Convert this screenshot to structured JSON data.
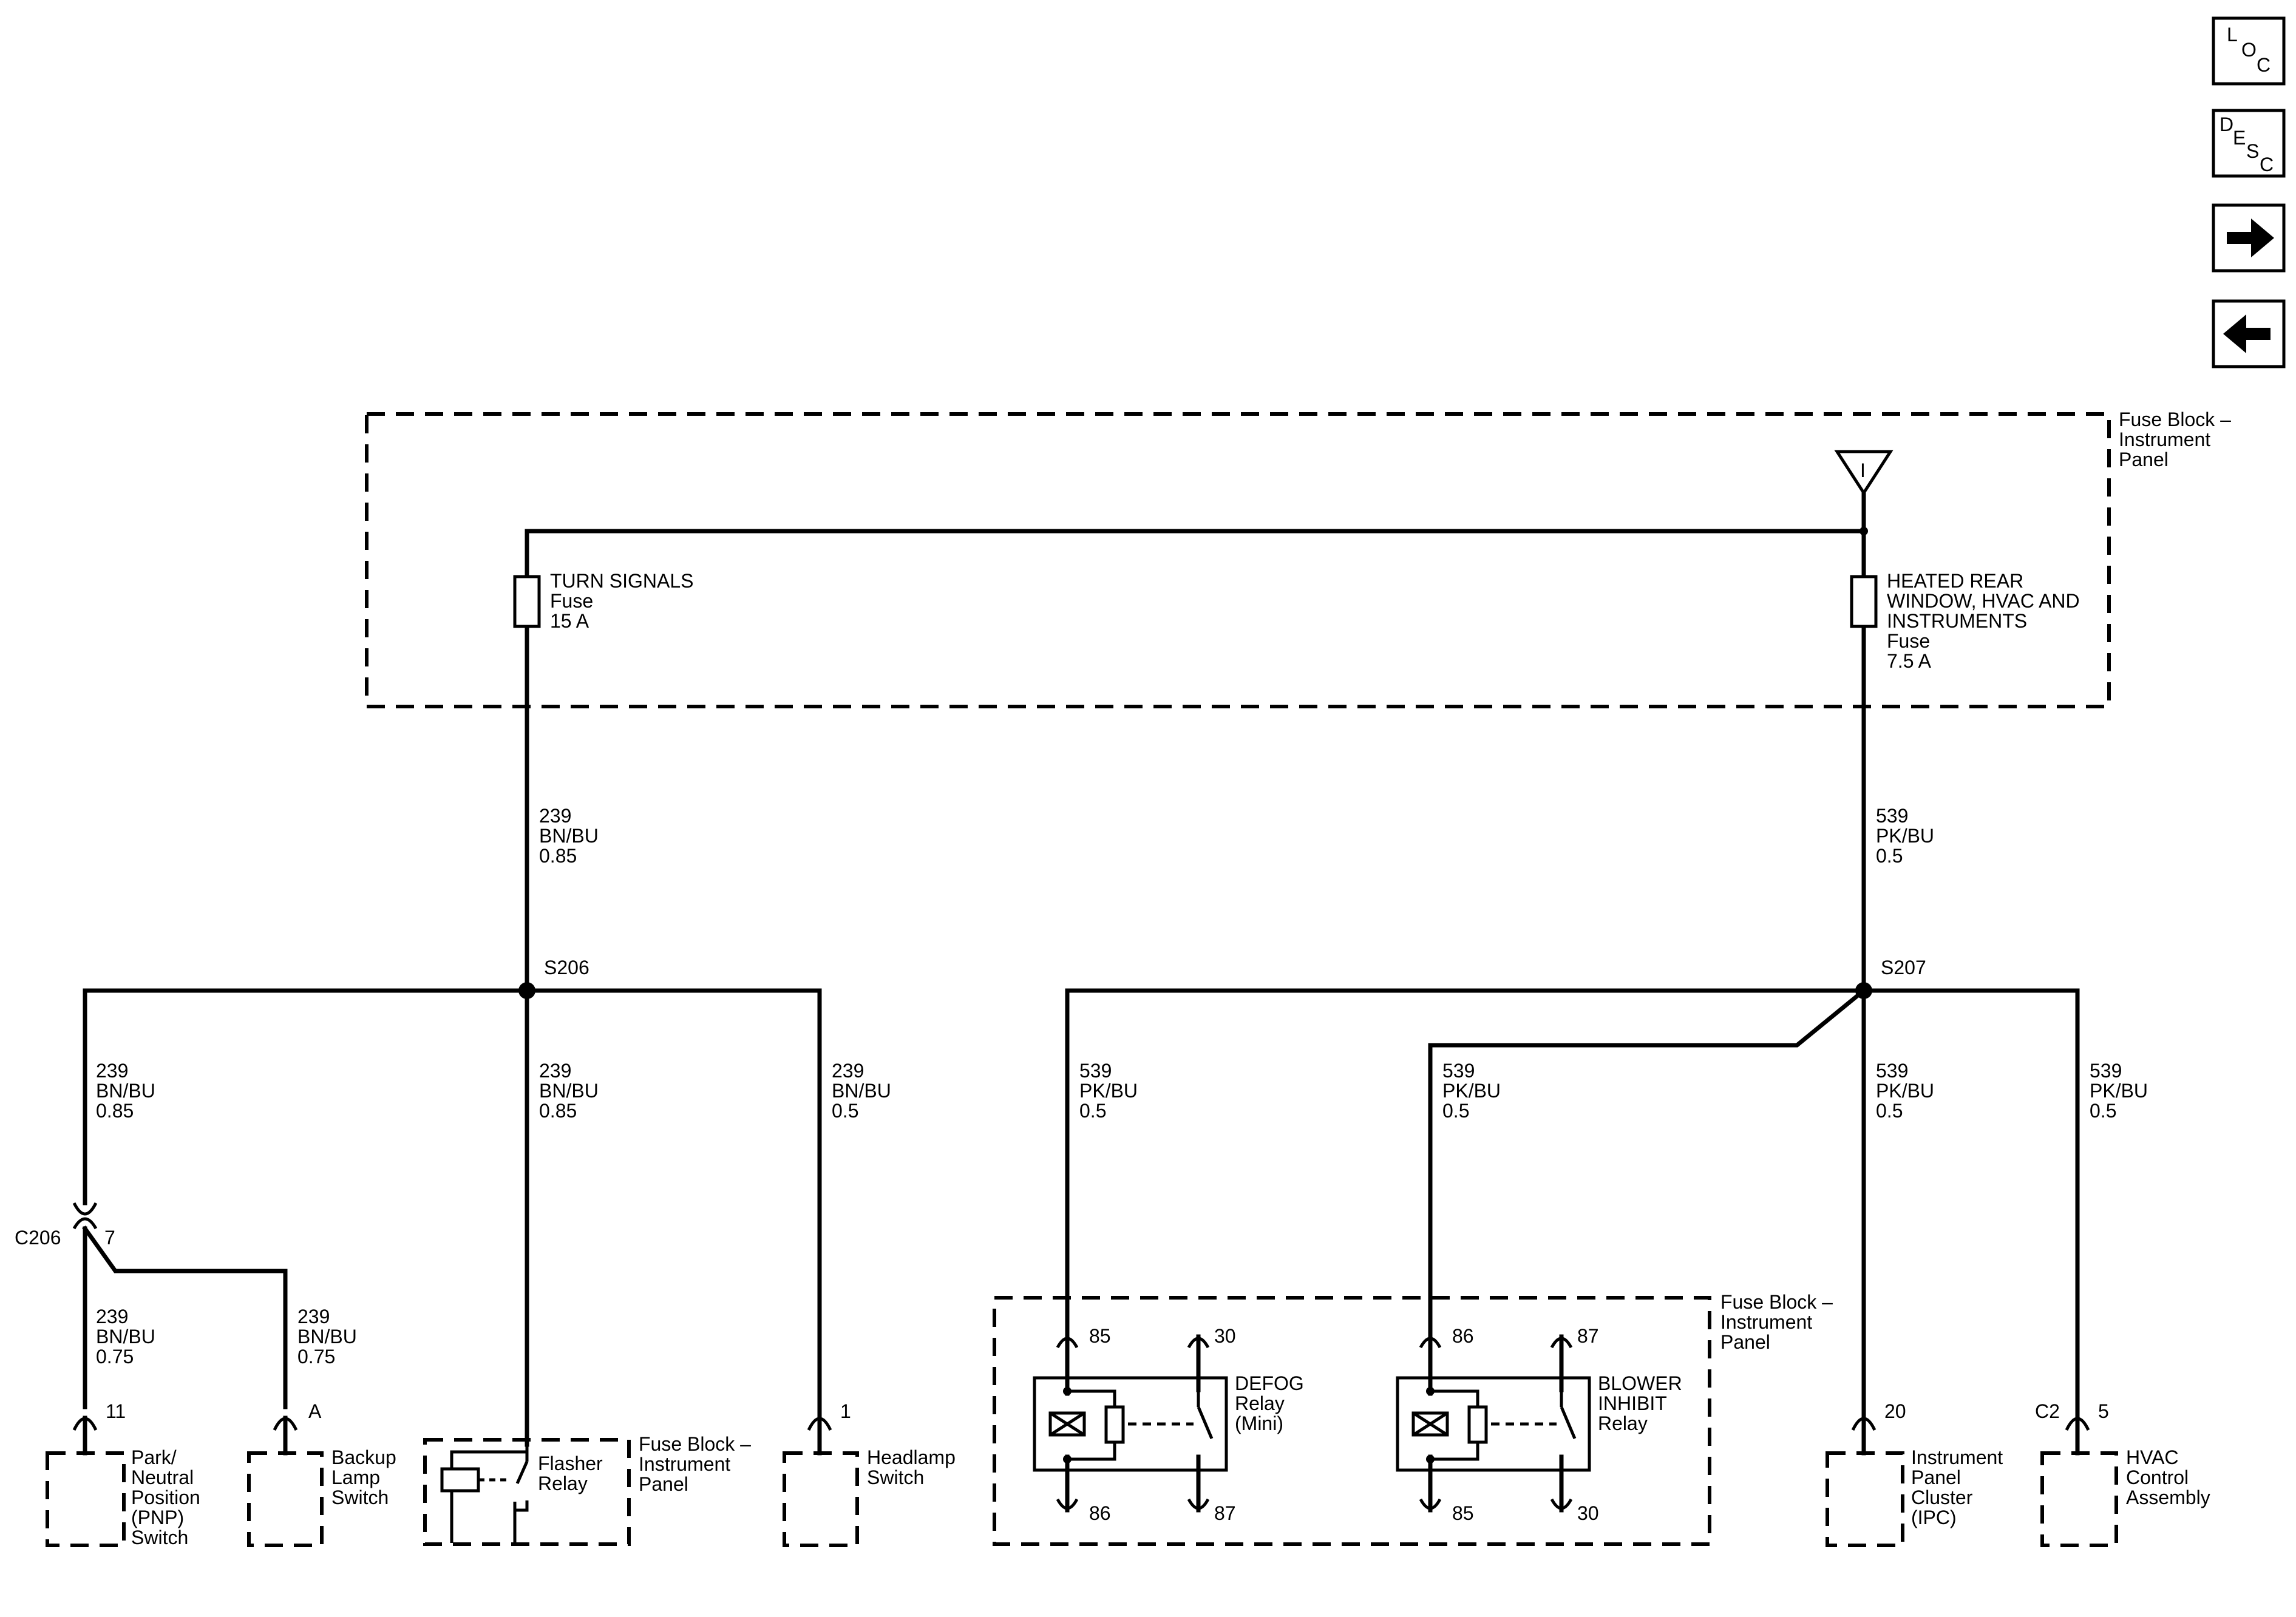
{
  "nav": {
    "loc": {
      "l1": "L",
      "l2": "O",
      "l3": "C"
    },
    "desc": {
      "l1": "D",
      "l2": "E",
      "l3": "S",
      "l4": "C"
    }
  },
  "fuse_block_top": {
    "l1": "Fuse Block –",
    "l2": "Instrument",
    "l3": "Panel"
  },
  "fuse_block_bottom": {
    "l1": "Fuse Block –",
    "l2": "Instrument",
    "l3": "Panel"
  },
  "fuse_block_flasher": {
    "l1": "Fuse Block –",
    "l2": "Instrument",
    "l3": "Panel"
  },
  "power_symbol": "I",
  "fuse_turn": {
    "l1": "TURN SIGNALS",
    "l2": "Fuse",
    "l3": "15 A"
  },
  "fuse_heated": {
    "l1": "HEATED REAR",
    "l2": "WINDOW, HVAC AND",
    "l3": "INSTRUMENTS",
    "l4": "Fuse",
    "l5": "7.5 A"
  },
  "wire_239_085": {
    "circuit": "239",
    "color": "BN/BU",
    "size": "0.85"
  },
  "wire_239_075": {
    "circuit": "239",
    "color": "BN/BU",
    "size": "0.75"
  },
  "wire_239_05": {
    "circuit": "239",
    "color": "BN/BU",
    "size": "0.5"
  },
  "wire_539_05": {
    "circuit": "539",
    "color": "PK/BU",
    "size": "0.5"
  },
  "splices": {
    "s206": "S206",
    "s207": "S207"
  },
  "connector_c206": {
    "name": "C206",
    "pin": "7"
  },
  "pins": {
    "pnp": "11",
    "backup": "A",
    "headlamp": "1",
    "ipc": "20",
    "hvac_conn": "C2",
    "hvac_pin": "5"
  },
  "pnp_switch": {
    "l1": "Park/",
    "l2": "Neutral",
    "l3": "Position",
    "l4": "(PNP)",
    "l5": "Switch"
  },
  "backup_switch": {
    "l1": "Backup",
    "l2": "Lamp",
    "l3": "Switch"
  },
  "flasher_relay": {
    "l1": "Flasher",
    "l2": "Relay"
  },
  "headlamp_switch": {
    "l1": "Headlamp",
    "l2": "Switch"
  },
  "defog_relay": {
    "l1": "DEFOG",
    "l2": "Relay",
    "l3": "(Mini)",
    "p_top_left": "85",
    "p_top_right": "30",
    "p_bot_left": "86",
    "p_bot_right": "87"
  },
  "blower_relay": {
    "l1": "BLOWER",
    "l2": "INHIBIT",
    "l3": "Relay",
    "p_top_left": "86",
    "p_top_right": "87",
    "p_bot_left": "85",
    "p_bot_right": "30"
  },
  "ipc": {
    "l1": "Instrument",
    "l2": "Panel",
    "l3": "Cluster",
    "l4": "(IPC)"
  },
  "hvac": {
    "l1": "HVAC",
    "l2": "Control",
    "l3": "Assembly"
  }
}
